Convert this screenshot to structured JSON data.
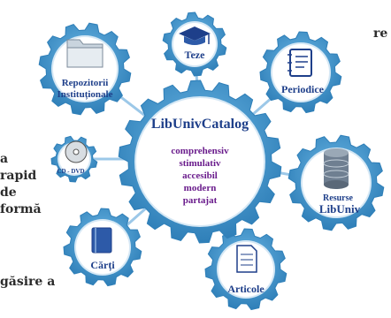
{
  "left_text_fragments": [
    "re",
    "a",
    "rapid",
    "de",
    "formă",
    "găsire a"
  ],
  "center": {
    "title": "LibUnivCatalog",
    "lines": [
      "comprehensiv",
      "stimulativ",
      "accesibil",
      "modern",
      "partajat"
    ]
  },
  "nodes": {
    "repozitorii": {
      "line1": "Repozitorii",
      "line2": "Instituționale"
    },
    "teze": {
      "label": "Teze"
    },
    "periodice": {
      "label": "Periodice"
    },
    "cd_dvd": {
      "label": "CD - DVD"
    },
    "resurse": {
      "line1": "Resurse",
      "line2": "LibUniv"
    },
    "carti": {
      "label": "Cărți"
    },
    "articole": {
      "label": "Articole"
    }
  },
  "colors": {
    "gear": "#4a9fd4",
    "gear_dark": "#2f7fb8",
    "inner": "#ffffff",
    "navy": "#1e3f8a",
    "purple": "#6a1c8c"
  }
}
